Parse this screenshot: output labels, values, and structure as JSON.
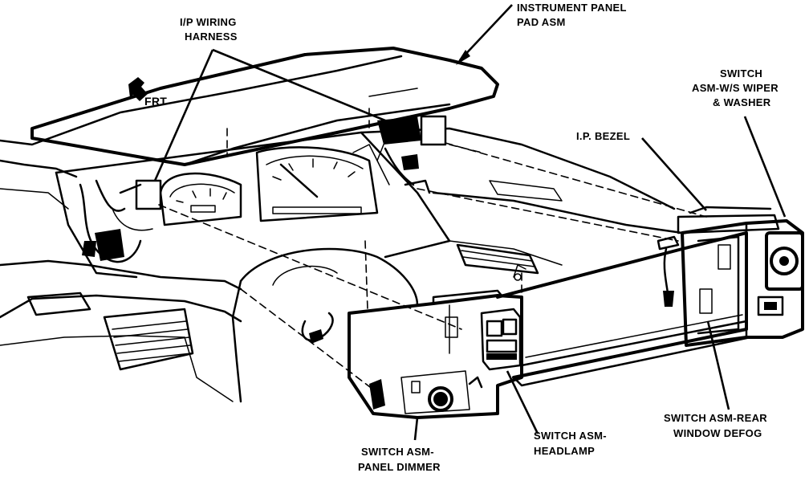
{
  "labels": {
    "wiring_harness_1": "I/P WIRING",
    "wiring_harness_2": "HARNESS",
    "pad_1": "INSTRUMENT PANEL",
    "pad_2": "PAD ASM",
    "frt": "FRT",
    "wiper_1": "SWITCH",
    "wiper_2": "ASM-W/S WIPER",
    "wiper_3": "& WASHER",
    "bezel": "I.P. BEZEL",
    "dimmer_1": "SWITCH ASM-",
    "dimmer_2": "PANEL DIMMER",
    "headlamp_1": "SWITCH ASM-",
    "headlamp_2": "HEADLAMP",
    "defog_1": "SWITCH ASM-REAR",
    "defog_2": "WINDOW DEFOG"
  }
}
